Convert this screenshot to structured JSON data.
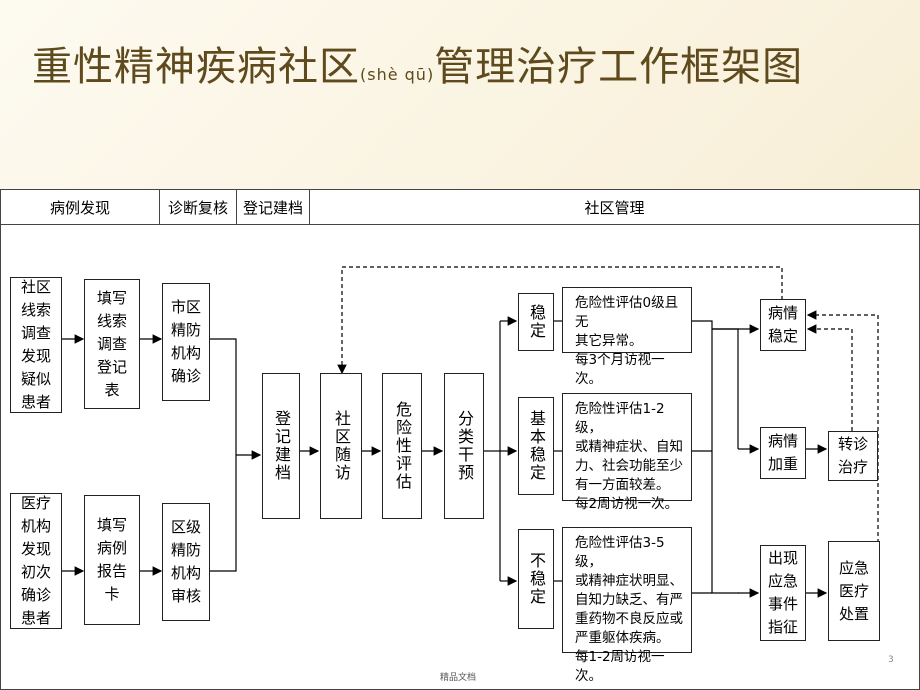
{
  "title": {
    "main_a": "重性精神疾病社区",
    "pinyin": "(shè qū)",
    "main_b": "管理治疗工作框架图"
  },
  "headers": [
    "病例发现",
    "诊断复核",
    "登记建档",
    "社区管理"
  ],
  "boxes": {
    "community_clue": [
      "社区",
      "线索",
      "调查",
      "发现",
      "疑似",
      "患者"
    ],
    "fill_survey": [
      "填写",
      "线索",
      "调查",
      "登记",
      "表"
    ],
    "city_confirm": [
      "市区",
      "精防",
      "机构",
      "确诊"
    ],
    "hospital_find": [
      "医疗",
      "机构",
      "发现",
      "初次",
      "确诊",
      "患者"
    ],
    "fill_report": [
      "填写",
      "病例",
      "报告",
      "卡"
    ],
    "district_review": [
      "区级",
      "精防",
      "机构",
      "审核"
    ],
    "register": "登记建档",
    "followup": "社区随访",
    "risk_assess": "危险性评估",
    "classify": "分类干预"
  },
  "levels": {
    "stable": "稳定",
    "basic_stable": "基本稳定",
    "unstable": "不稳定"
  },
  "descriptions": {
    "stable": [
      "危险性评估0级且无",
      "其它异常。",
      "每3个月访视一次。"
    ],
    "basic_stable": [
      "危险性评估1-2级，",
      "或精神症状、自知",
      "力、社会功能至少",
      "有一方面较差。",
      "每2周访视一次。"
    ],
    "unstable": [
      "危险性评估3-5级，",
      "或精神症状明显、",
      "自知力缺乏、有严",
      "重药物不良反应或",
      "严重躯体疾病。",
      "每1-2周访视一次。"
    ]
  },
  "outcomes": {
    "condition_stable": [
      "病情",
      "稳定"
    ],
    "condition_worse": [
      "病情",
      "加重"
    ],
    "referral": [
      "转诊",
      "治疗"
    ],
    "emergency_event": [
      "出现",
      "应急",
      "事件",
      "指征"
    ],
    "emergency_care": [
      "应急",
      "医疗",
      "处置"
    ]
  },
  "footer": "精品文档",
  "page_number": "3"
}
